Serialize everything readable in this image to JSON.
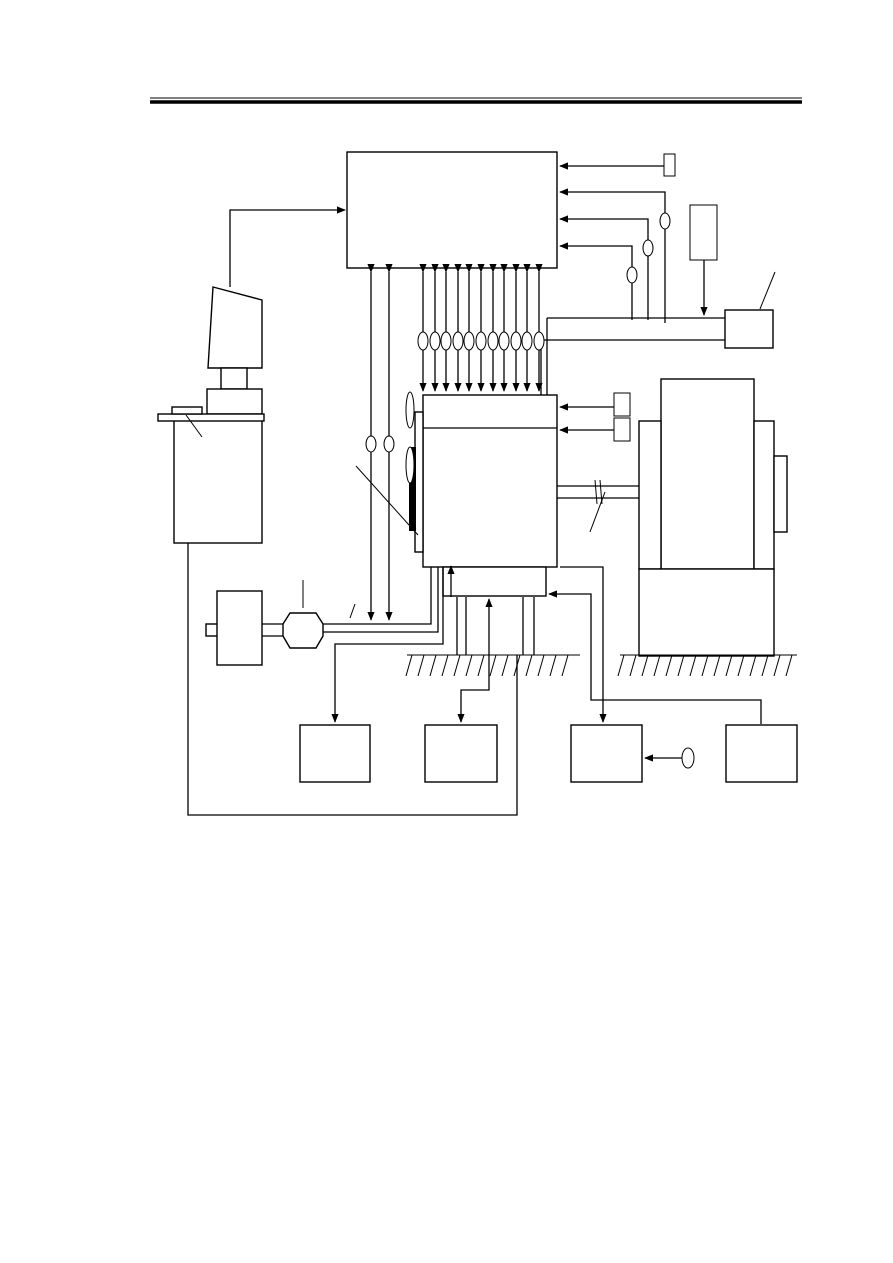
{
  "page": {
    "background": "#ffffff",
    "ink": "#000000"
  },
  "diagram": {
    "type": "engine-test-bench-schematic",
    "text_labels": [],
    "components": [
      "header-rule",
      "control-unit",
      "engine-block",
      "dynamometer",
      "cooling-tank",
      "exhaust-muffler",
      "catalytic-converter",
      "air-filter",
      "instrument-box-1",
      "instrument-box-2",
      "instrument-box-3",
      "instrument-box-4"
    ],
    "signal_line_count": 11
  }
}
